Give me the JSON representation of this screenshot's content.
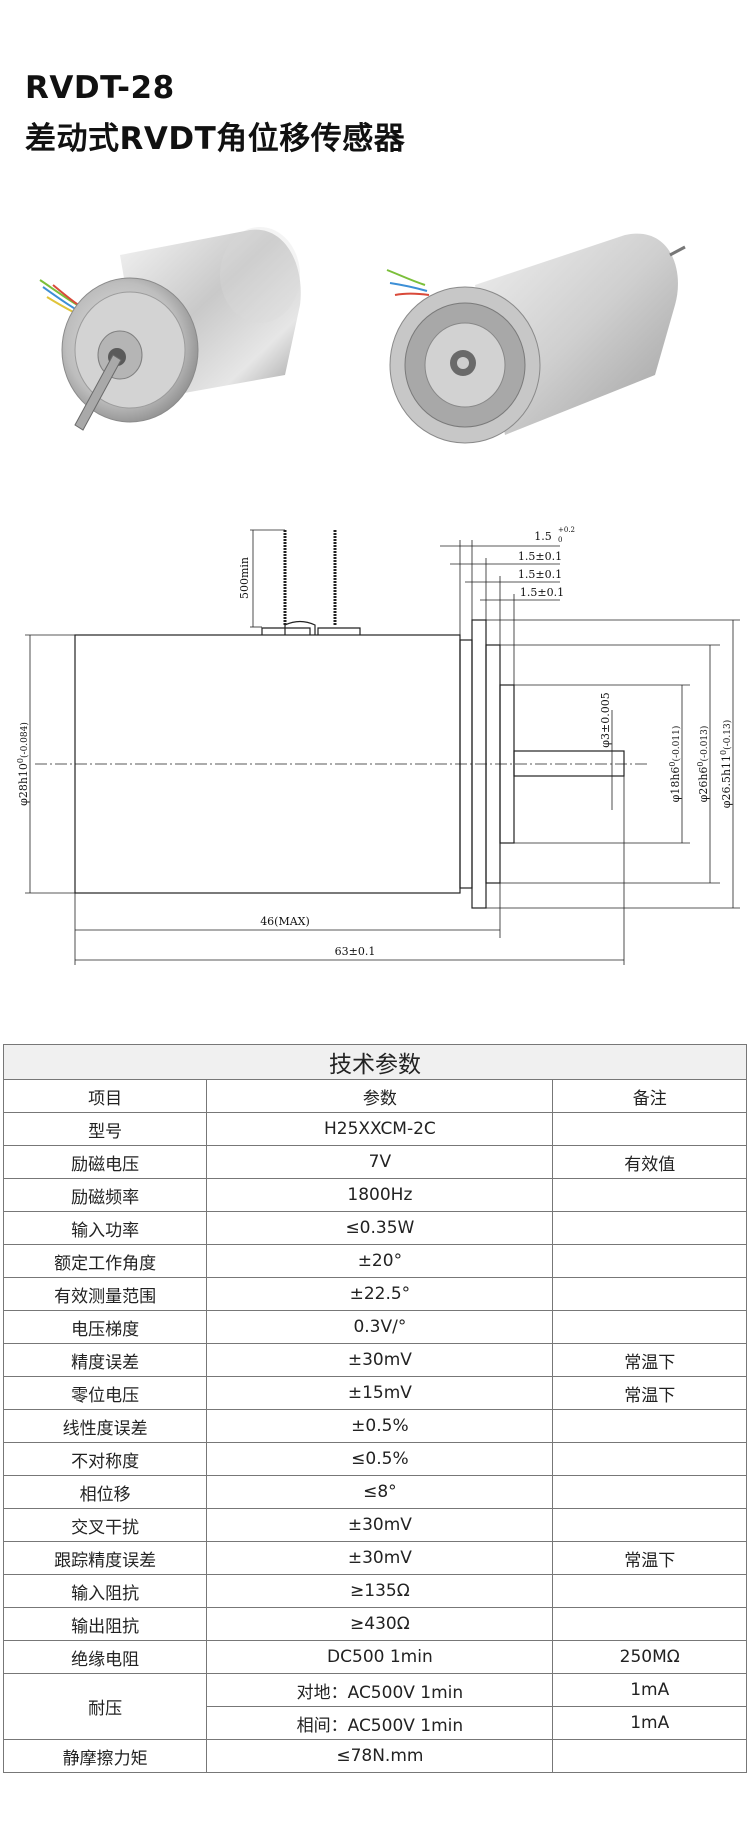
{
  "header": {
    "model_line": "RVDT-28",
    "name_line": "差动式RVDT角位移传感器"
  },
  "drawing": {
    "lead_length": "500min",
    "dims_right": [
      "1.5",
      "1.5±0.1",
      "1.5±0.1",
      "1.5±0.1"
    ],
    "dim_right_top_sup": "+0.2",
    "dim_right_top_sub": "0",
    "shaft_tol": "φ3±0.005",
    "diam_left": "φ28h10",
    "diam_left_tol": "(-0.084)",
    "diam_left_zero": "0",
    "d1": "φ18h6",
    "d1_tol": "(-0.011)",
    "d1_zero": "0",
    "d2": "φ26h6",
    "d2_tol": "(-0.013)",
    "d2_zero": "0",
    "d3": "φ26.5h11",
    "d3_tol": "(-0.13)",
    "d3_zero": "0",
    "len_body": "46(MAX)",
    "len_total": "63±0.1"
  },
  "table": {
    "title": "技术参数",
    "headers": [
      "项目",
      "参数",
      "备注"
    ],
    "rows": [
      {
        "item": "型号",
        "param": "H25XXCM-2C",
        "note": ""
      },
      {
        "item": "励磁电压",
        "param": "7V",
        "note": "有效值"
      },
      {
        "item": "励磁频率",
        "param": "1800Hz",
        "note": ""
      },
      {
        "item": "输入功率",
        "param": "≤0.35W",
        "note": ""
      },
      {
        "item": "额定工作角度",
        "param": "±20°",
        "note": ""
      },
      {
        "item": "有效测量范围",
        "param": "±22.5°",
        "note": ""
      },
      {
        "item": "电压梯度",
        "param": "0.3V/°",
        "note": ""
      },
      {
        "item": "精度误差",
        "param": "±30mV",
        "note": "常温下"
      },
      {
        "item": "零位电压",
        "param": "±15mV",
        "note": "常温下"
      },
      {
        "item": "线性度误差",
        "param": "±0.5%",
        "note": ""
      },
      {
        "item": "不对称度",
        "param": "≤0.5%",
        "note": ""
      },
      {
        "item": "相位移",
        "param": "≤8°",
        "note": ""
      },
      {
        "item": "交叉干扰",
        "param": "±30mV",
        "note": ""
      },
      {
        "item": "跟踪精度误差",
        "param": "±30mV",
        "note": "常温下"
      },
      {
        "item": "输入阻抗",
        "param": "≥135Ω",
        "note": ""
      },
      {
        "item": "输出阻抗",
        "param": "≥430Ω",
        "note": ""
      },
      {
        "item": "绝缘电阻",
        "param": "DC500 1min",
        "note": "250MΩ"
      }
    ],
    "withstand": {
      "item": "耐压",
      "rows": [
        {
          "param": "对地：AC500V 1min",
          "note": "1mA"
        },
        {
          "param": "相间：AC500V 1min",
          "note": "1mA"
        }
      ]
    },
    "last_row": {
      "item": "静摩擦力矩",
      "param": "≤78N.mm",
      "note": ""
    }
  }
}
